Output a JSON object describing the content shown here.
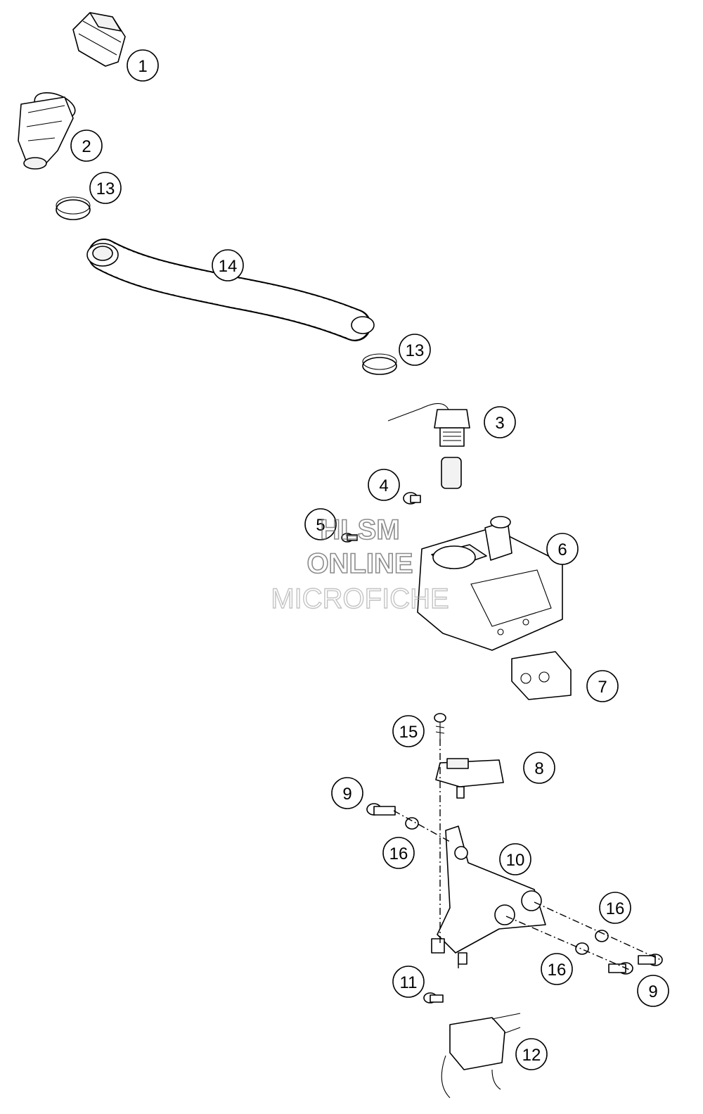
{
  "watermark": {
    "line1": "HLSM",
    "line2": "ONLINE",
    "line3": "MICROFICHE"
  },
  "callouts": [
    {
      "id": "c1",
      "label": "1"
    },
    {
      "id": "c2",
      "label": "2"
    },
    {
      "id": "c13a",
      "label": "13"
    },
    {
      "id": "c14",
      "label": "14"
    },
    {
      "id": "c13b",
      "label": "13"
    },
    {
      "id": "c3",
      "label": "3"
    },
    {
      "id": "c4",
      "label": "4"
    },
    {
      "id": "c5",
      "label": "5"
    },
    {
      "id": "c6",
      "label": "6"
    },
    {
      "id": "c7",
      "label": "7"
    },
    {
      "id": "c15",
      "label": "15"
    },
    {
      "id": "c8",
      "label": "8"
    },
    {
      "id": "c9a",
      "label": "9"
    },
    {
      "id": "c16a",
      "label": "16"
    },
    {
      "id": "c10",
      "label": "10"
    },
    {
      "id": "c16b",
      "label": "16"
    },
    {
      "id": "c16c",
      "label": "16"
    },
    {
      "id": "c9b",
      "label": "9"
    },
    {
      "id": "c11",
      "label": "11"
    },
    {
      "id": "c12",
      "label": "12"
    }
  ]
}
